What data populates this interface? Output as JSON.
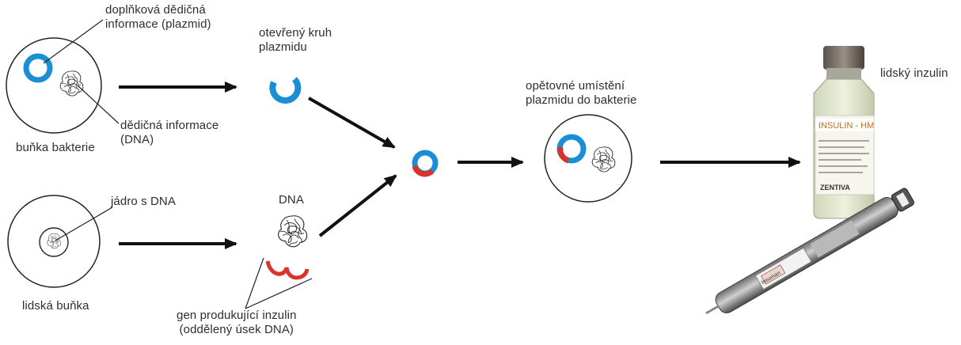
{
  "labels": {
    "plasmid_extra": "doplňková dědičná\ninformace (plazmid)",
    "bacterial_dna": "dědičná informace\n(DNA)",
    "bacterial_cell": "buňka bakterie",
    "nucleus": "jádro s DNA",
    "human_cell": "lidská buňka",
    "open_plasmid": "otevřený kruh\nplazmidu",
    "dna": "DNA",
    "insulin_gene": "gen produkující inzulin\n(oddělený úsek DNA)",
    "reinsertion": "opětovné umístění\nplazmidu do bakterie",
    "human_insulin": "lidský inzulin"
  },
  "product": {
    "vial_label": "INSULIN - HM",
    "vial_brand": "ZENTIVA",
    "pen_label": "Insuman"
  },
  "colors": {
    "plasmid_blue": "#1a8fd6",
    "gene_red": "#d9342b",
    "line": "#222222",
    "arrow": "#111111"
  }
}
